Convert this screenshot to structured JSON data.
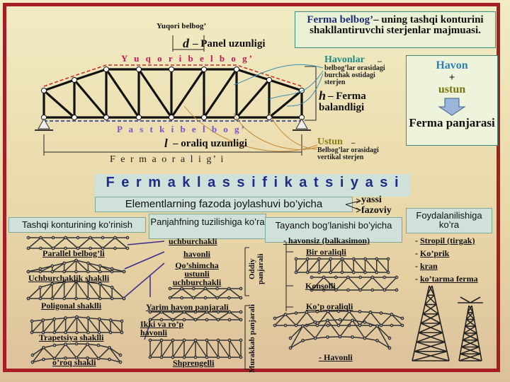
{
  "top": {
    "yuqori_belbog_small": "Yuqori belbog’",
    "d_letter": "d",
    "panel_length": "– Panel uzunligi",
    "upper_chord_spaced": "Y u q o r i   b e l b o g’",
    "lower_chord_spaced": "P a s t k i   b e l b o g’",
    "l_letter": "l",
    "panel_span": "– oraliq uzunligi",
    "truss_span": "F e r m a   o r a l i g’ i",
    "havonlar": "Havonlar",
    "havonlar_dash": "–",
    "havonlar_desc": "belbog’lar orasidagi burchak ostidagi  sterjen",
    "h_letter": "h",
    "h_desc": "– Ferma balandligi",
    "ustun": "Ustun",
    "ustun_dash": "–",
    "ustun_desc": "Belbog’lar orasidagi vertikal sterjen"
  },
  "definition": {
    "term": "Ferma belbog’",
    "text": "– uning tashqi konturini shakllantiruvchi sterjenlar majmuasi."
  },
  "grid_box": {
    "havon": "Havon",
    "plus": "+",
    "ustun": "ustun",
    "result": "Ferma panjarasi"
  },
  "classification": {
    "title": "F e r m a  k l a s s i f i k a t s i y a s i",
    "space_heading": "Elementlarning fazoda joylashuvi bo’yicha",
    "space_flat": "yassi",
    "space_spatial": "fazoviy"
  },
  "col_outline": {
    "heading": "Tashqi konturining ko’rinish",
    "items": [
      "Parallel belbog’li",
      "Uchburchaklik shaklli",
      "Poligonal shaklli",
      "Trapetsiya shaklli",
      "o’roq shakli"
    ]
  },
  "col_lattice": {
    "heading": "Panjahfning tuzilishiga ko’ra",
    "simple_label": "Oddiy panjarali",
    "complex_label": "Murakkab panjarali",
    "items": [
      "uchburchakli",
      "havonli",
      "Qo’shimcha ustunli uchburchakli",
      "Yarim havon panjarali",
      "Ikki va ro’p havonli",
      "Shprengelli"
    ]
  },
  "col_support": {
    "heading": "Tayanch bog’lanishi bo’yicha",
    "items": [
      "- havonsiz (balkasimon)",
      "Bir oraliqli",
      "Konsolli",
      "Ko’p oraliqli",
      "- Havonli"
    ]
  },
  "col_use": {
    "heading": "Foydalanilishiga ko’ra",
    "items": [
      "Stropil (tirgak)",
      "Ko’prik",
      "kran",
      "ko’tarma  ferma"
    ]
  }
}
